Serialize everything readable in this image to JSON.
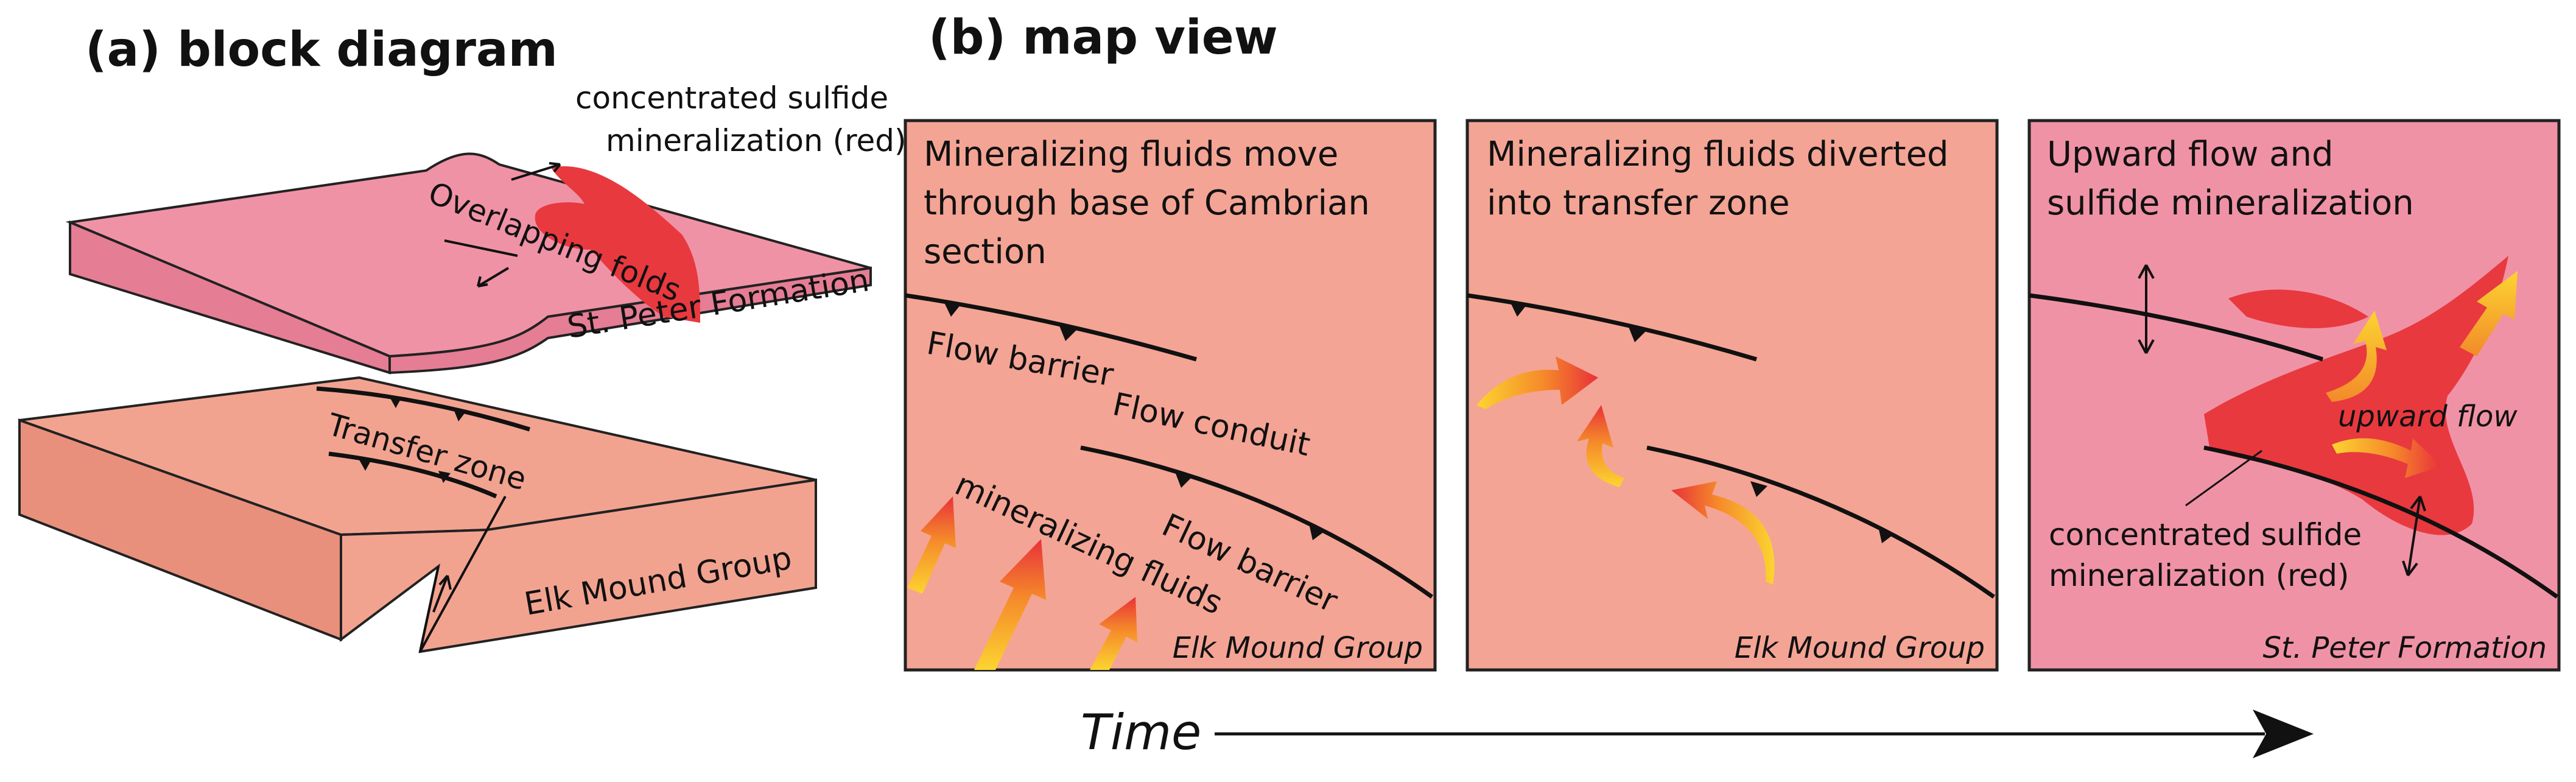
{
  "panel_a": {
    "title": "(a) block diagram",
    "callout": [
      "concentrated sulfide",
      "mineralization (red)"
    ],
    "upper_block": {
      "fold_label": "Overlapping folds",
      "name": "St. Peter Formation"
    },
    "lower_block": {
      "zone_label": "Transfer zone",
      "name": "Elk Mound Group"
    }
  },
  "panel_b": {
    "title": "(b) map view",
    "stage1": {
      "text": [
        "Mineralizing fluids move",
        "through base of Cambrian",
        "section"
      ],
      "barrier_top": "Flow barrier",
      "conduit": "Flow conduit",
      "fluids": "mineralizing fluids",
      "barrier_bottom": "Flow barrier",
      "unit": "Elk Mound Group"
    },
    "stage2": {
      "text": [
        "Mineralizing fluids diverted",
        "into transfer zone"
      ],
      "unit": "Elk Mound Group"
    },
    "stage3": {
      "text": [
        "Upward flow and",
        "sulfide mineralization"
      ],
      "upward": "upward flow",
      "callout": [
        "concentrated sulfide",
        "mineralization (red)"
      ],
      "unit": "St. Peter Formation"
    }
  },
  "time_label": "Time",
  "colors": {
    "st_peter": "#f092a6",
    "st_peter_side": "#e57d94",
    "elk_mound": "#f2a390",
    "elk_mound_side": "#e8907c",
    "mineralization": "#e8393f",
    "panel_border": "#222222",
    "arrow_dark": "#e8313a",
    "arrow_light": "#fcd431"
  }
}
